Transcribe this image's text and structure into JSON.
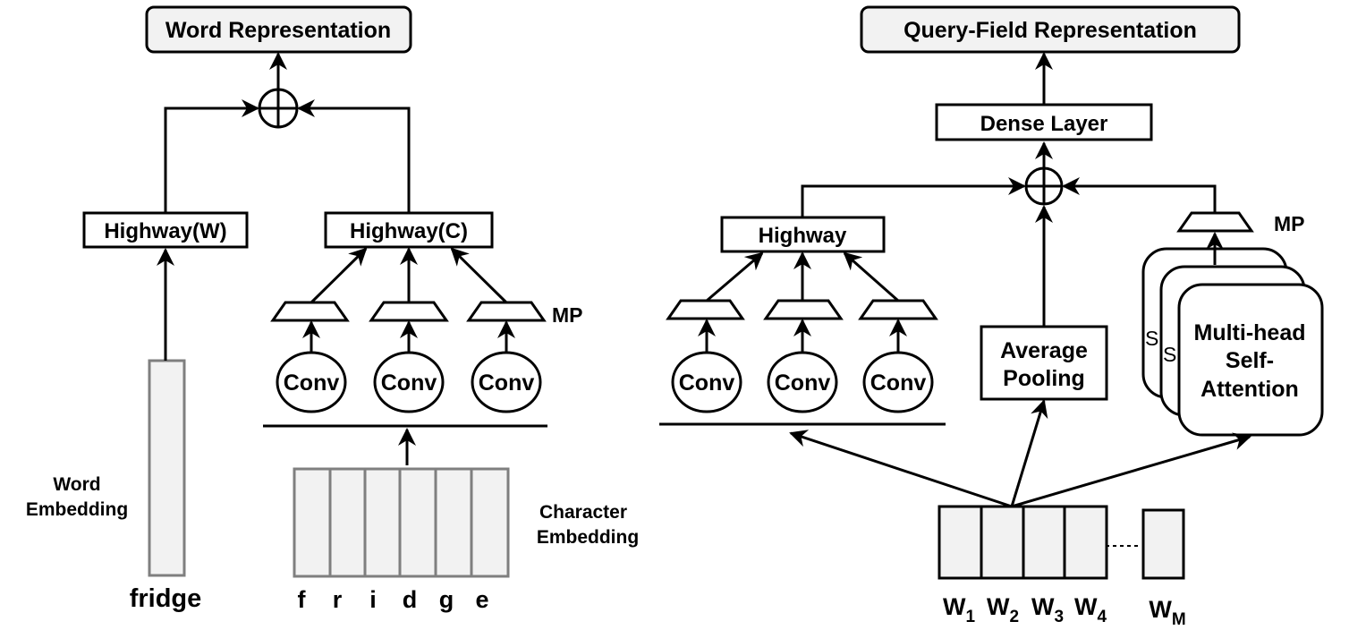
{
  "left": {
    "title": "Word Representation",
    "highway_w": "Highway(W)",
    "highway_c": "Highway(C)",
    "conv": [
      "Conv",
      "Conv",
      "Conv"
    ],
    "mp_label": "MP",
    "word_embedding_label": [
      "Word",
      "Embedding"
    ],
    "word": "fridge",
    "char_embedding_label": [
      "Character",
      "Embedding"
    ],
    "chars": [
      "f",
      "r",
      "i",
      "d",
      "g",
      "e"
    ]
  },
  "right": {
    "title": "Query-Field Representation",
    "dense": "Dense Layer",
    "highway": "Highway",
    "conv": [
      "Conv",
      "Conv",
      "Conv"
    ],
    "avg_pool": [
      "Average",
      "Pooling"
    ],
    "attn": [
      "Multi-head",
      "Self-",
      "Attention"
    ],
    "attn_back_letters": [
      "S",
      "S"
    ],
    "mp_label": "MP",
    "tokens": [
      {
        "base": "W",
        "sub": "1"
      },
      {
        "base": "W",
        "sub": "2"
      },
      {
        "base": "W",
        "sub": "3"
      },
      {
        "base": "W",
        "sub": "4"
      },
      {
        "base": "W",
        "sub": "M"
      }
    ]
  }
}
